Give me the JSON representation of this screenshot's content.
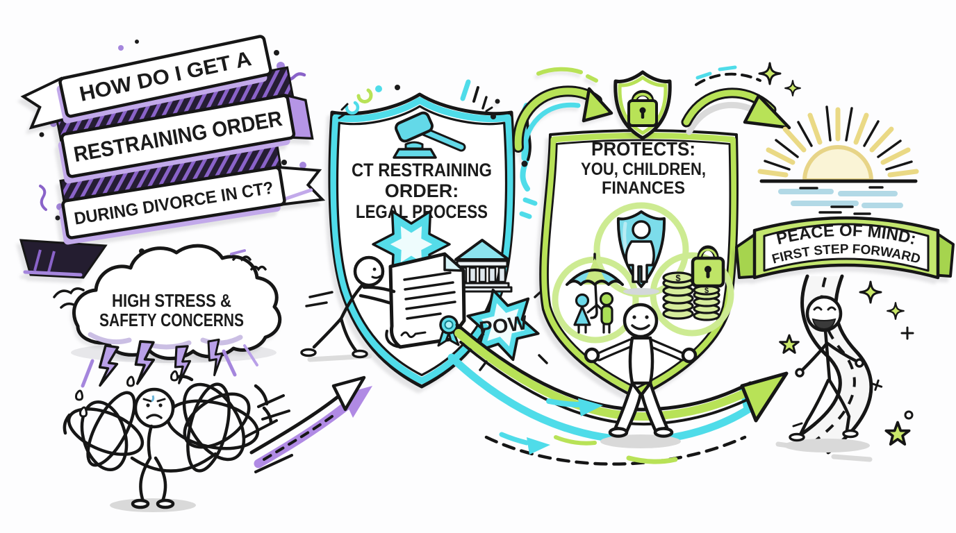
{
  "title_banner": {
    "line1": "HOW DO I GET A",
    "line2": "RESTRAINING ORDER",
    "line3": "DURING DIVORCE IN CT?"
  },
  "stress_cloud": {
    "line1": "HIGH STRESS &",
    "line2": "SAFETY CONCERNS"
  },
  "legal_shield": {
    "line1": "CT RESTRAINING",
    "line2": "ORDER:",
    "line3": "LEGAL PROCESS",
    "pow": "POW"
  },
  "protection_panel": {
    "line1": "PROTECTS:",
    "line2": "YOU, CHILDREN,",
    "line3": "FINANCES",
    "coin_symbol": "$"
  },
  "peace_banner": {
    "line1": "PEACE OF MIND:",
    "line2": "FIRST STEP FORWARD"
  },
  "icons": {
    "storm-cloud-icon": "cloud",
    "lightning-icon": "lightning-bolt",
    "gavel-icon": "gavel",
    "courthouse-icon": "courthouse-columns",
    "document-icon": "legal-document",
    "seal-icon": "ribbon-seal",
    "pow-burst-icon": "comic-burst",
    "lock-shield-badge-icon": "shield-with-padlock",
    "person-shield-icon": "person-in-shield",
    "family-umbrella-icon": "family-under-umbrella",
    "coins-icon": "coin-stacks",
    "padlock-icon": "padlock",
    "sunrise-icon": "rising-sun-over-water",
    "winding-path-icon": "winding-road",
    "sparkle-star-icon": "four-point-sparkle",
    "star-icon": "five-point-star"
  },
  "colors": {
    "purple": "#a586dd",
    "purple_light": "#c2a9ea",
    "cyan": "#4fdce9",
    "lime": "#b8e257",
    "lime_light": "#cdeb92",
    "yellow": "#ead985",
    "cream": "#faf4d6",
    "water_blue": "#b2d9e6",
    "ink": "#1b1b1b",
    "shadow_gray": "#d9d9d9"
  }
}
